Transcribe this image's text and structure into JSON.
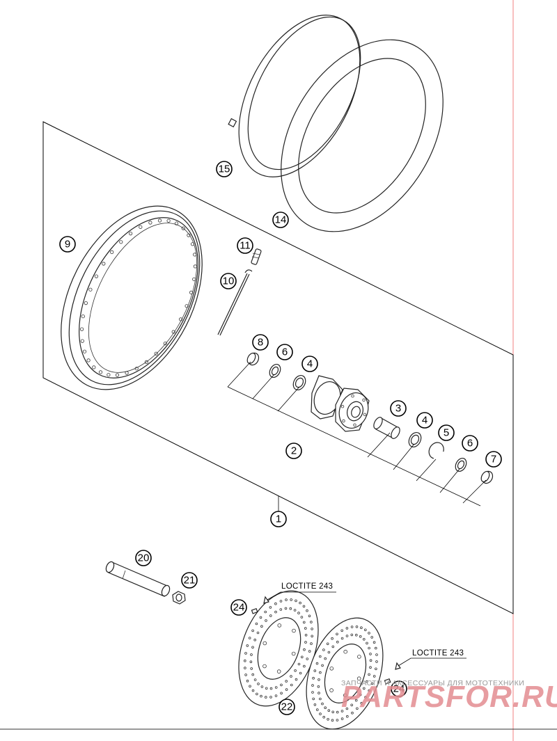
{
  "callouts": [
    {
      "id": "1",
      "label": "1"
    },
    {
      "id": "2",
      "label": "2"
    },
    {
      "id": "3",
      "label": "3"
    },
    {
      "id": "4a",
      "label": "4"
    },
    {
      "id": "4b",
      "label": "4"
    },
    {
      "id": "5",
      "label": "5"
    },
    {
      "id": "6a",
      "label": "6"
    },
    {
      "id": "6b",
      "label": "6"
    },
    {
      "id": "7",
      "label": "7"
    },
    {
      "id": "8",
      "label": "8"
    },
    {
      "id": "9",
      "label": "9"
    },
    {
      "id": "10",
      "label": "10"
    },
    {
      "id": "11",
      "label": "11"
    },
    {
      "id": "14",
      "label": "14"
    },
    {
      "id": "15",
      "label": "15"
    },
    {
      "id": "20",
      "label": "20"
    },
    {
      "id": "21",
      "label": "21"
    },
    {
      "id": "22",
      "label": "22"
    },
    {
      "id": "24a",
      "label": "24"
    },
    {
      "id": "24b",
      "label": "24"
    }
  ],
  "notes": {
    "loctite_left": "LOCTITE 243",
    "loctite_right": "LOCTITE 243"
  },
  "watermark": {
    "tagline": "ЗАПЧАСТИ И АКСЕССУАРЫ ДЛЯ МОТОТЕХНИКИ",
    "brand": "PARTSFOR.RU"
  },
  "colors": {
    "line": "#000000",
    "margin_line": "#f08080",
    "watermark_brand": "#e38c91"
  }
}
